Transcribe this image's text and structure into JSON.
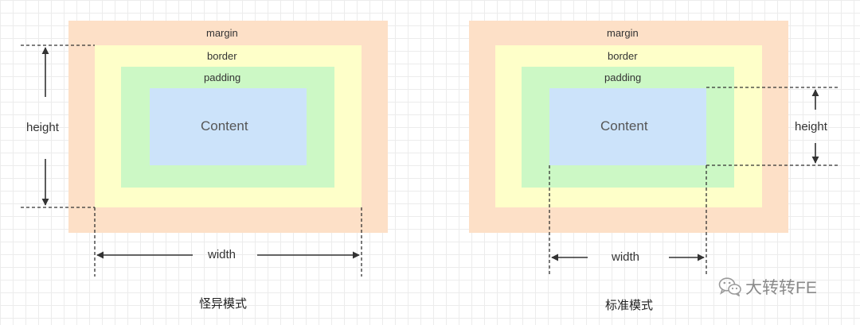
{
  "colors": {
    "margin": "#fde0c7",
    "border": "#feffc9",
    "padding": "#ccf8c5",
    "content": "#cce3fa",
    "line": "#333333"
  },
  "quirks_diagram": {
    "margin_label": "margin",
    "border_label": "border",
    "padding_label": "padding",
    "content_label": "Content",
    "height_label": "height",
    "width_label": "width",
    "caption": "怪异模式"
  },
  "standard_diagram": {
    "margin_label": "margin",
    "border_label": "border",
    "padding_label": "padding",
    "content_label": "Content",
    "height_label": "height",
    "width_label": "width",
    "caption": "标准模式"
  },
  "watermark": {
    "text": "大转转FE",
    "icon": "wechat-icon"
  }
}
